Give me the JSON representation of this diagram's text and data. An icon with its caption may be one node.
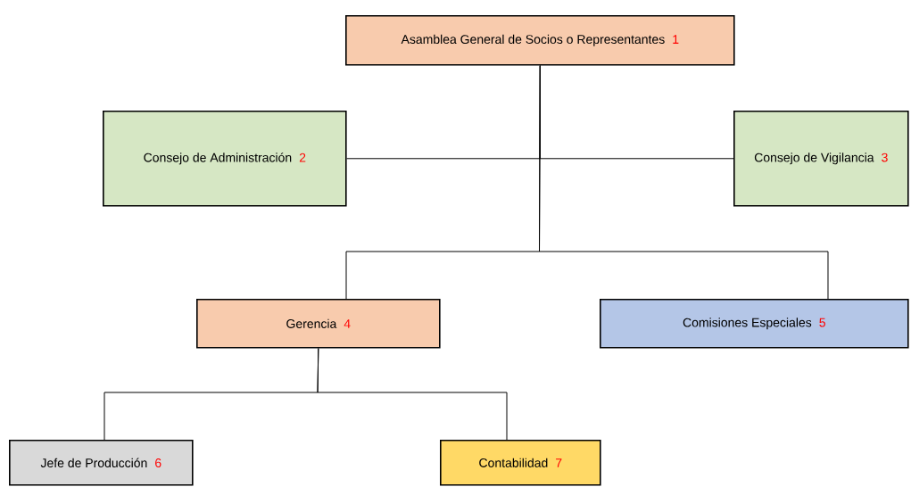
{
  "diagram": {
    "nodes": [
      {
        "text": [
          "Asamblea General de Socios o Representantes",
          "1"
        ]
      },
      {
        "text": [
          "Consejo de Administración",
          "2"
        ]
      },
      {
        "text": [
          "Consejo de Vigilancia",
          "3"
        ]
      },
      {
        "text": [
          "Gerencia",
          "4"
        ]
      },
      {
        "text": [
          "Comisiones Especiales",
          "5"
        ]
      },
      {
        "text": [
          "Jefe de Producción",
          "6"
        ]
      },
      {
        "text": [
          "Contabilidad",
          "7"
        ]
      }
    ],
    "edges": [
      {
        "from": 0,
        "to": 1,
        "arrow": "none"
      },
      {
        "from": 0,
        "to": 2,
        "arrow": "none"
      },
      {
        "from": 0,
        "to": 3,
        "arrow": "none"
      },
      {
        "from": 0,
        "to": 4,
        "arrow": "none"
      },
      {
        "from": 3,
        "to": 5,
        "arrow": "none"
      },
      {
        "from": 3,
        "to": 6,
        "arrow": "none"
      }
    ]
  }
}
